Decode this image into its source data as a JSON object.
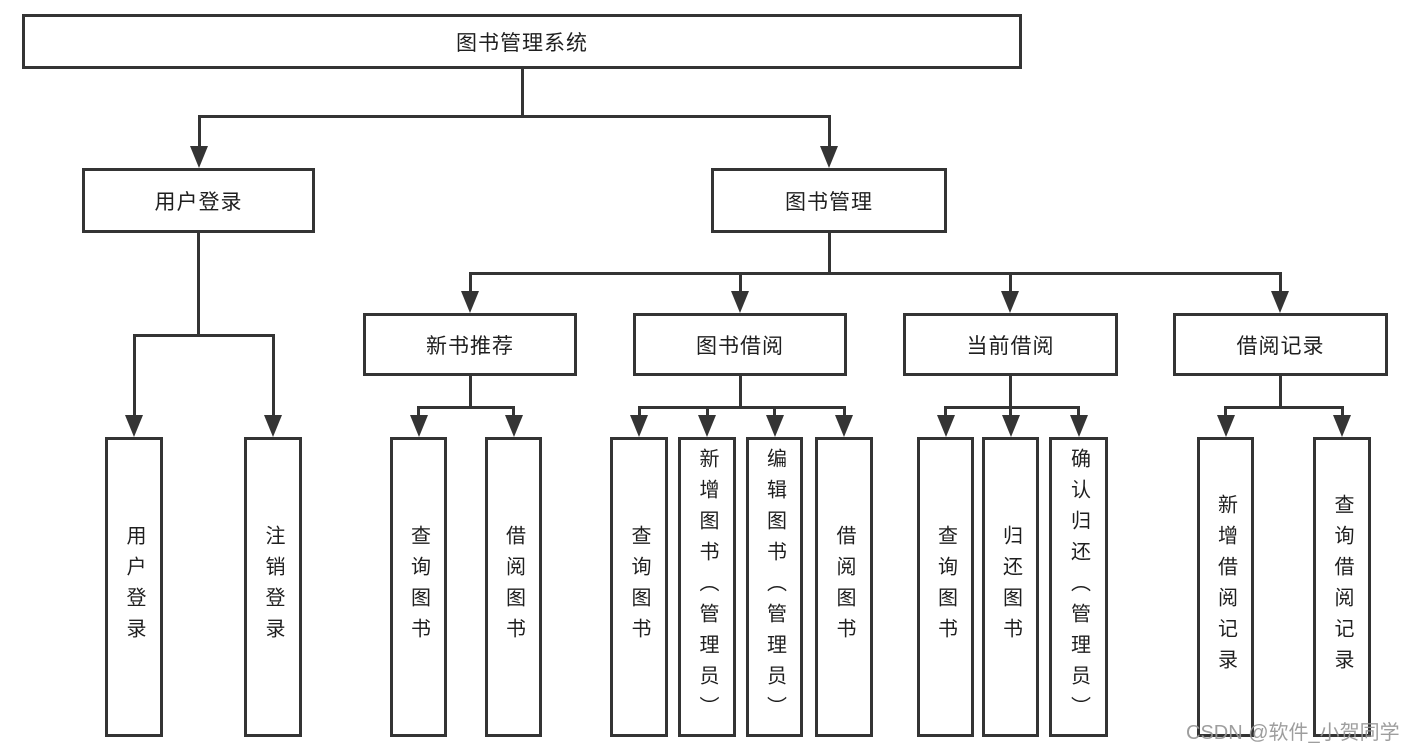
{
  "diagram": {
    "title": "图书管理系统",
    "level2": [
      {
        "label": "用户登录"
      },
      {
        "label": "图书管理"
      }
    ],
    "level3": [
      {
        "label": "新书推荐"
      },
      {
        "label": "图书借阅"
      },
      {
        "label": "当前借阅"
      },
      {
        "label": "借阅记录"
      }
    ],
    "leaves": [
      "用户登录",
      "注销登录",
      "查询图书",
      "借阅图书",
      "查询图书",
      "新增图书（管理员）",
      "编辑图书（管理员）",
      "借阅图书",
      "查询图书",
      "归还图书",
      "确认归还（管理员）",
      "新增借阅记录",
      "查询借阅记录"
    ]
  },
  "watermark": {
    "text": "CSDN @软件_小贺同学"
  },
  "colors": {
    "line": "#343434",
    "text": "#1f1f1f",
    "background": "#ffffff",
    "watermark": "#969696"
  }
}
